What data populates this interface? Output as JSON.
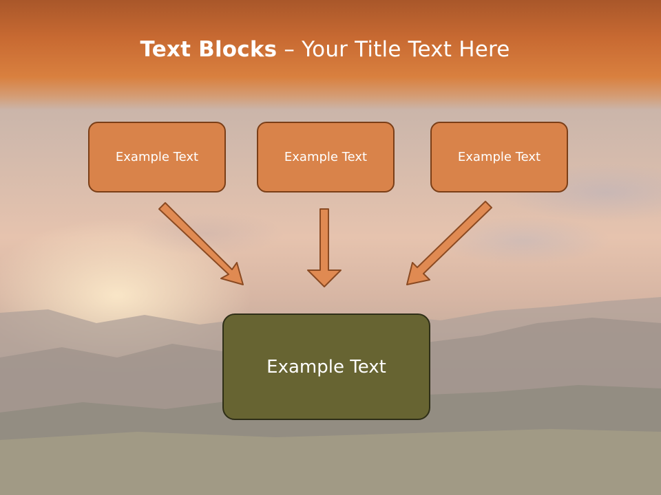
{
  "title": {
    "bold": "Text Blocks",
    "separator": " – ",
    "rest": "Your Title Text Here"
  },
  "boxes": {
    "left": "Example Text",
    "middle": "Example Text",
    "right": "Example Text",
    "bottom": "Example Text"
  },
  "colors": {
    "header": "#c86a32",
    "box_fill": "#d9834a",
    "box_border": "#7a3e17",
    "bottom_fill": "#676432",
    "arrow_fill": "#e08a52",
    "arrow_stroke": "#8a4a22"
  }
}
